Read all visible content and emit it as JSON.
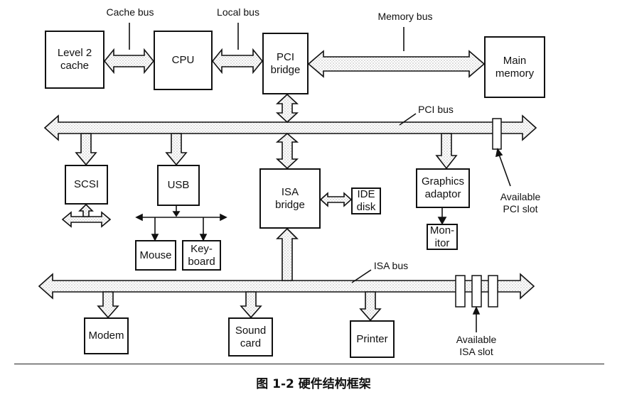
{
  "components": {
    "l2cache": "Level 2\ncache",
    "cpu": "CPU",
    "pci_bridge": "PCI\nbridge",
    "main_memory": "Main\nmemory",
    "scsi": "SCSI",
    "usb": "USB",
    "isa_bridge": "ISA\nbridge",
    "ide_disk": "IDE\ndisk",
    "graphics": "Graphics\nadaptor",
    "monitor": "Mon-\nitor",
    "mouse": "Mouse",
    "keyboard": "Key-\nboard",
    "modem": "Modem",
    "sound_card": "Sound\ncard",
    "printer": "Printer"
  },
  "buses": {
    "cache_bus": "Cache bus",
    "local_bus": "Local bus",
    "memory_bus": "Memory bus",
    "pci_bus": "PCI bus",
    "isa_bus": "ISA bus"
  },
  "annotations": {
    "available_pci": "Available\nPCI slot",
    "available_isa": "Available\nISA slot"
  },
  "caption": "图 1-2   硬件结构框架"
}
